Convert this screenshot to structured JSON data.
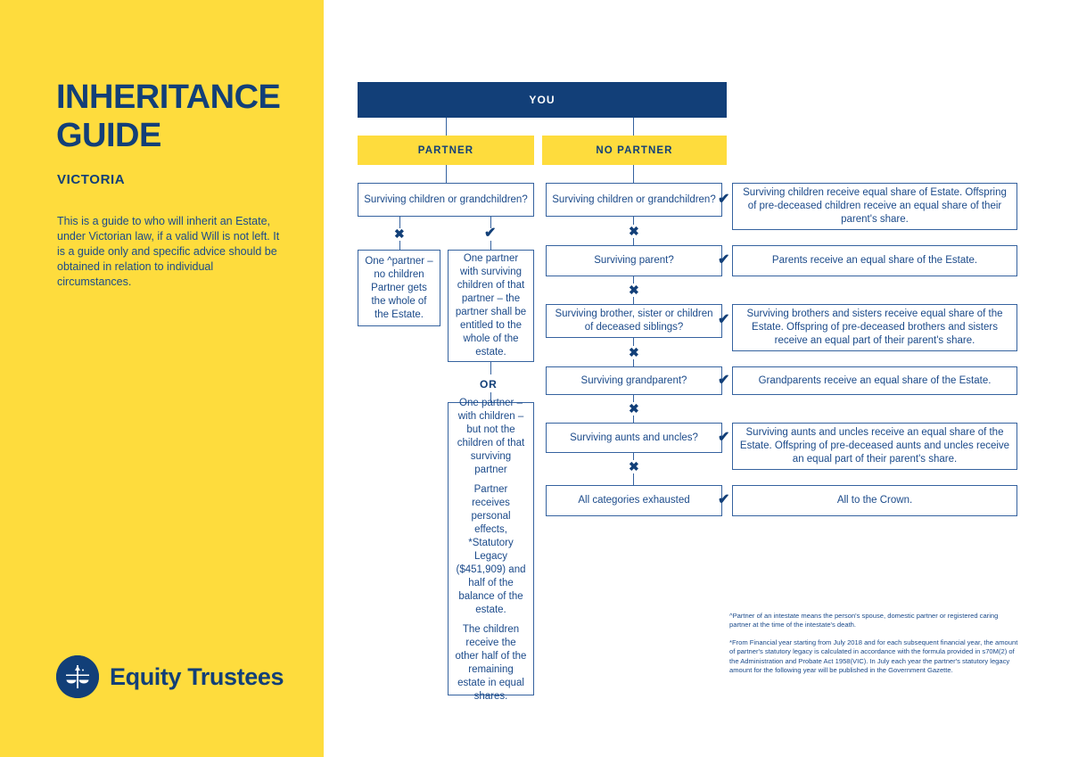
{
  "left": {
    "title": "INHERITANCE GUIDE",
    "subtitle": "VICTORIA",
    "intro": "This is a guide to who will inherit an Estate, under Victorian law, if a valid Will is not left. It is a guide only and specific advice should be obtained in relation to individual circumstances.",
    "logo_text": "Equity Trustees"
  },
  "colors": {
    "yellow": "#FEDC3D",
    "navy": "#123F78",
    "text_blue": "#1b4a8a",
    "border_blue": "#35629f"
  },
  "chart": {
    "root": "YOU",
    "branch_partner": "PARTNER",
    "branch_no_partner": "NO PARTNER",
    "marks": {
      "yes": "✔",
      "no": "✖",
      "or": "OR"
    },
    "partner_branch": {
      "question": "Surviving children or grandchildren?",
      "no_outcome": "One ^partner – no children Partner gets the whole of the Estate.",
      "yes_outcome": "One partner with surviving children of that partner – the partner shall be entitled to the whole of the estate.",
      "alt_outcome_lines": [
        "One partner – with children – but not the children of that surviving partner",
        "Partner receives personal effects, *Statutory Legacy ($451,909) and half of the balance of the estate.",
        "The children receive the other half of the remaining estate in equal shares."
      ]
    },
    "no_partner_rows": [
      {
        "question": "Surviving children or grandchildren?",
        "answer": "Surviving children receive equal share of Estate. Offspring of pre-deceased children receive an equal share of their parent's share."
      },
      {
        "question": "Surviving parent?",
        "answer": "Parents receive an equal share of the Estate."
      },
      {
        "question": "Surviving brother, sister or children of deceased siblings?",
        "answer": "Surviving brothers and sisters receive equal share of the Estate. Offspring of pre-deceased brothers and sisters receive an equal part of their parent's share."
      },
      {
        "question": "Surviving grandparent?",
        "answer": "Grandparents receive an equal share of the Estate."
      },
      {
        "question": "Surviving aunts and uncles?",
        "answer": "Surviving aunts and uncles receive an equal share of the Estate. Offspring of pre-deceased aunts and uncles receive an equal part of their parent's share."
      },
      {
        "question": "All categories exhausted",
        "answer": "All to the Crown."
      }
    ]
  },
  "footnotes": [
    "^Partner of an intestate means the person's spouse, domestic partner or registered caring partner at the time of the intestate's death.",
    "*From Financial year starting from July 2018 and for each subsequent financial year, the amount of partner's statutory legacy is calculated in accordance with the formula provided in s70M(2) of the Administration and Probate Act 1958(VIC). In July each year the partner's statutory legacy amount for the following year will be published in the Government Gazette."
  ]
}
